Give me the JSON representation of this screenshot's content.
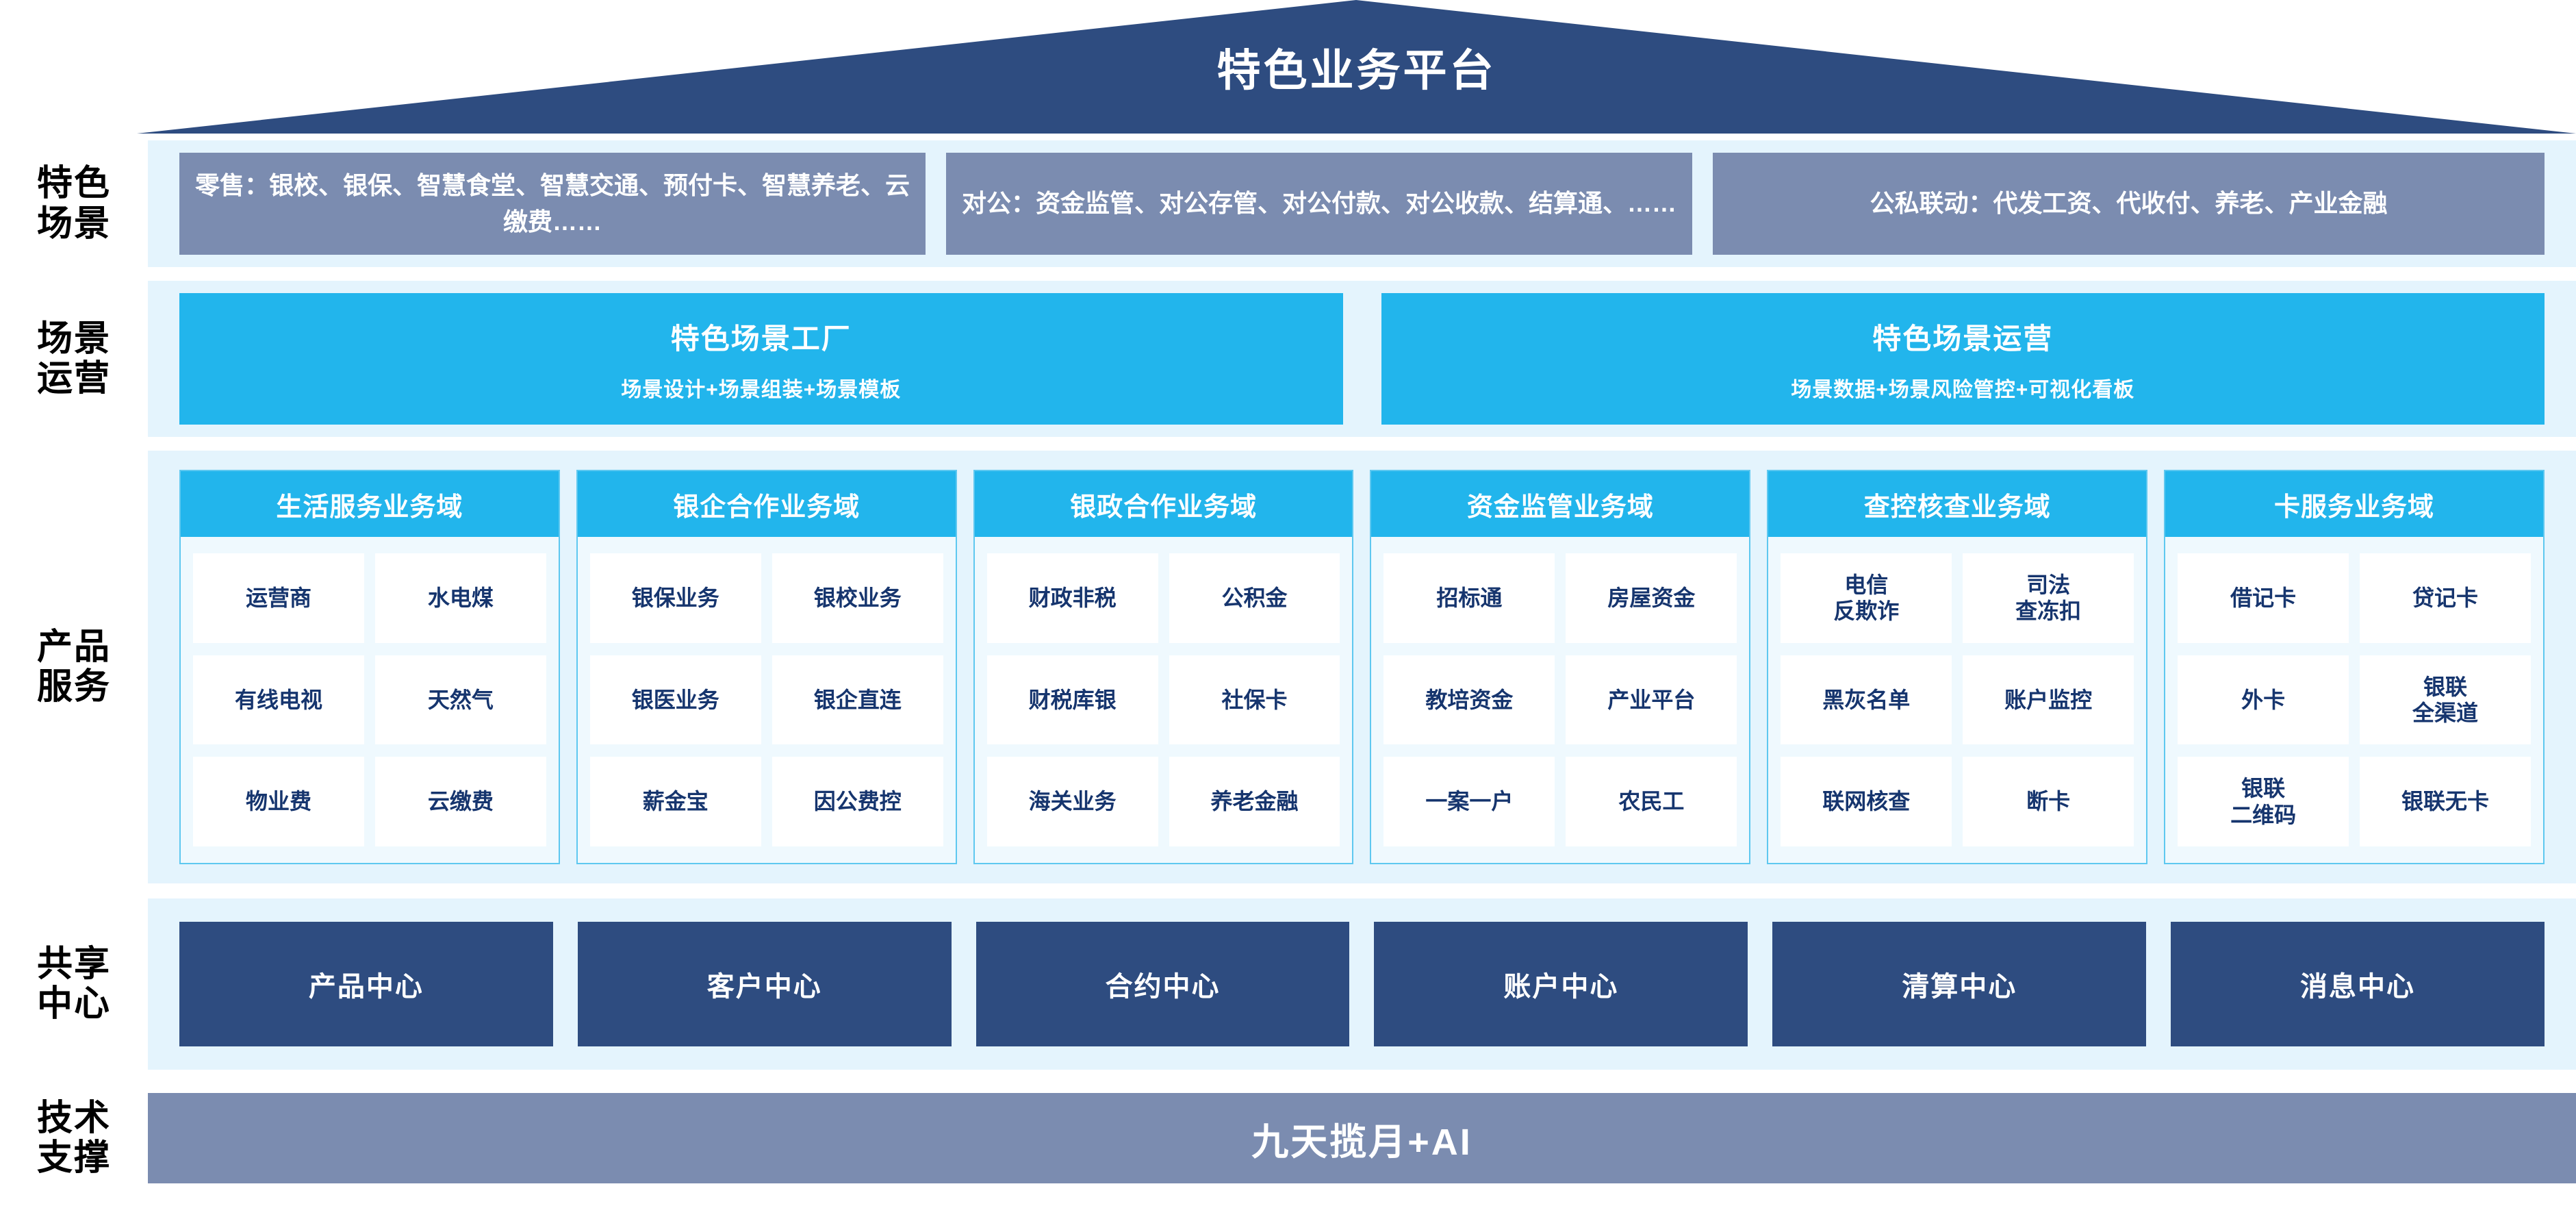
{
  "header": {
    "title": "特色业务平台",
    "roof_color": "#2e4c80"
  },
  "colors": {
    "band": "#e4f4fd",
    "slate": "#7b8cb0",
    "cyan": "#22b5ec",
    "navy": "#2e4c80",
    "cell_text": "#16356e"
  },
  "rows": {
    "scene": {
      "rail_line1": "特色",
      "rail_line2": "场景",
      "boxes": [
        "零售：银校、银保、智慧食堂、智慧交通、预付卡、智慧养老、云缴费……",
        "对公：资金监管、对公存管、对公付款、对公收款、结算通、……",
        "公私联动：代发工资、代收付、养老、产业金融"
      ]
    },
    "ops": {
      "rail_line1": "场景",
      "rail_line2": "运营",
      "boxes": [
        {
          "title": "特色场景工厂",
          "sub": "场景设计+场景组装+场景模板"
        },
        {
          "title": "特色场景运营",
          "sub": "场景数据+场景风险管控+可视化看板"
        }
      ]
    },
    "product": {
      "rail_line1": "产品",
      "rail_line2": "服务",
      "columns": [
        {
          "title": "生活服务业务域",
          "cells": [
            "运营商",
            "水电煤",
            "有线电视",
            "天然气",
            "物业费",
            "云缴费"
          ]
        },
        {
          "title": "银企合作业务域",
          "cells": [
            "银保业务",
            "银校业务",
            "银医业务",
            "银企直连",
            "薪金宝",
            "因公费控"
          ]
        },
        {
          "title": "银政合作业务域",
          "cells": [
            "财政非税",
            "公积金",
            "财税库银",
            "社保卡",
            "海关业务",
            "养老金融"
          ]
        },
        {
          "title": "资金监管业务域",
          "cells": [
            "招标通",
            "房屋资金",
            "教培资金",
            "产业平台",
            "一案一户",
            "农民工"
          ]
        },
        {
          "title": "查控核查业务域",
          "cells": [
            "电信\n反欺诈",
            "司法\n查冻扣",
            "黑灰名单",
            "账户监控",
            "联网核查",
            "断卡"
          ]
        },
        {
          "title": "卡服务业务域",
          "cells": [
            "借记卡",
            "贷记卡",
            "外卡",
            "银联\n全渠道",
            "银联\n二维码",
            "银联无卡"
          ]
        }
      ]
    },
    "share": {
      "rail_line1": "共享",
      "rail_line2": "中心",
      "boxes": [
        "产品中心",
        "客户中心",
        "合约中心",
        "账户中心",
        "清算中心",
        "消息中心"
      ]
    },
    "tech": {
      "rail_line1": "技术",
      "rail_line2": "支撑",
      "bar_label": "九天揽月+AI"
    }
  }
}
